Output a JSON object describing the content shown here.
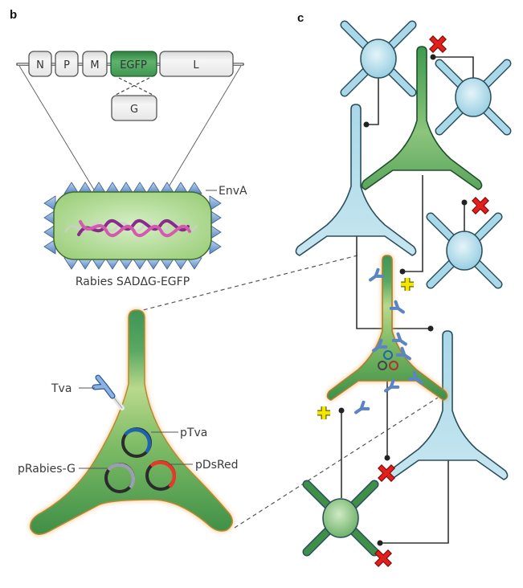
{
  "figure": {
    "panel_b": {
      "label": "b",
      "genome": {
        "genes": [
          {
            "name": "N",
            "color": "#eeeeee"
          },
          {
            "name": "P",
            "color": "#eeeeee"
          },
          {
            "name": "M",
            "color": "#eeeeee"
          },
          {
            "name": "EGFP",
            "color": "#3e9a55"
          },
          {
            "name": "L",
            "color": "#eeeeee"
          }
        ],
        "replaced_gene": "G"
      },
      "virus": {
        "caption": "Rabies SADΔG-EGFP",
        "envelope_label": "EnvA",
        "body_color": "#a8d98a",
        "spike_color": "#7ea9d8",
        "rna_colors": [
          "#8a2a8c",
          "#d45aae"
        ]
      },
      "starter_cell": {
        "receptor_label": "Tva",
        "plasmids": [
          {
            "label": "pTva",
            "color": "#1f62b0"
          },
          {
            "label": "pRabies-G",
            "color": "#9a9eb0"
          },
          {
            "label": "pDsRed",
            "color": "#e53a2a"
          }
        ],
        "body_color": "#4f9c55",
        "glow_color": "#f3a74a"
      }
    },
    "panel_c": {
      "label": "c",
      "legend_marks": {
        "infected": "+",
        "not_infected": "X"
      },
      "colors": {
        "unlabeled_neuron": "#a9d8e8",
        "labeled_neuron": "#4f9c55",
        "plus_color": "#f2e600",
        "x_color": "#e0201b"
      },
      "neurons": [
        {
          "id": "interneuron-top-left",
          "type": "interneuron",
          "labeled": false
        },
        {
          "id": "pyramidal-green-top",
          "type": "pyramidal",
          "labeled": true
        },
        {
          "id": "interneuron-top-right",
          "type": "interneuron",
          "labeled": false
        },
        {
          "id": "pyramidal-blue-left",
          "type": "pyramidal",
          "labeled": false
        },
        {
          "id": "interneuron-mid-right",
          "type": "interneuron",
          "labeled": false
        },
        {
          "id": "starter-neuron",
          "type": "pyramidal",
          "labeled": true
        },
        {
          "id": "pyramidal-blue-bottom-right",
          "type": "pyramidal",
          "labeled": false
        },
        {
          "id": "interneuron-green-bottom",
          "type": "interneuron",
          "labeled": true
        }
      ],
      "marks": [
        "X",
        "X",
        "+",
        "+",
        "X",
        "X"
      ]
    }
  }
}
